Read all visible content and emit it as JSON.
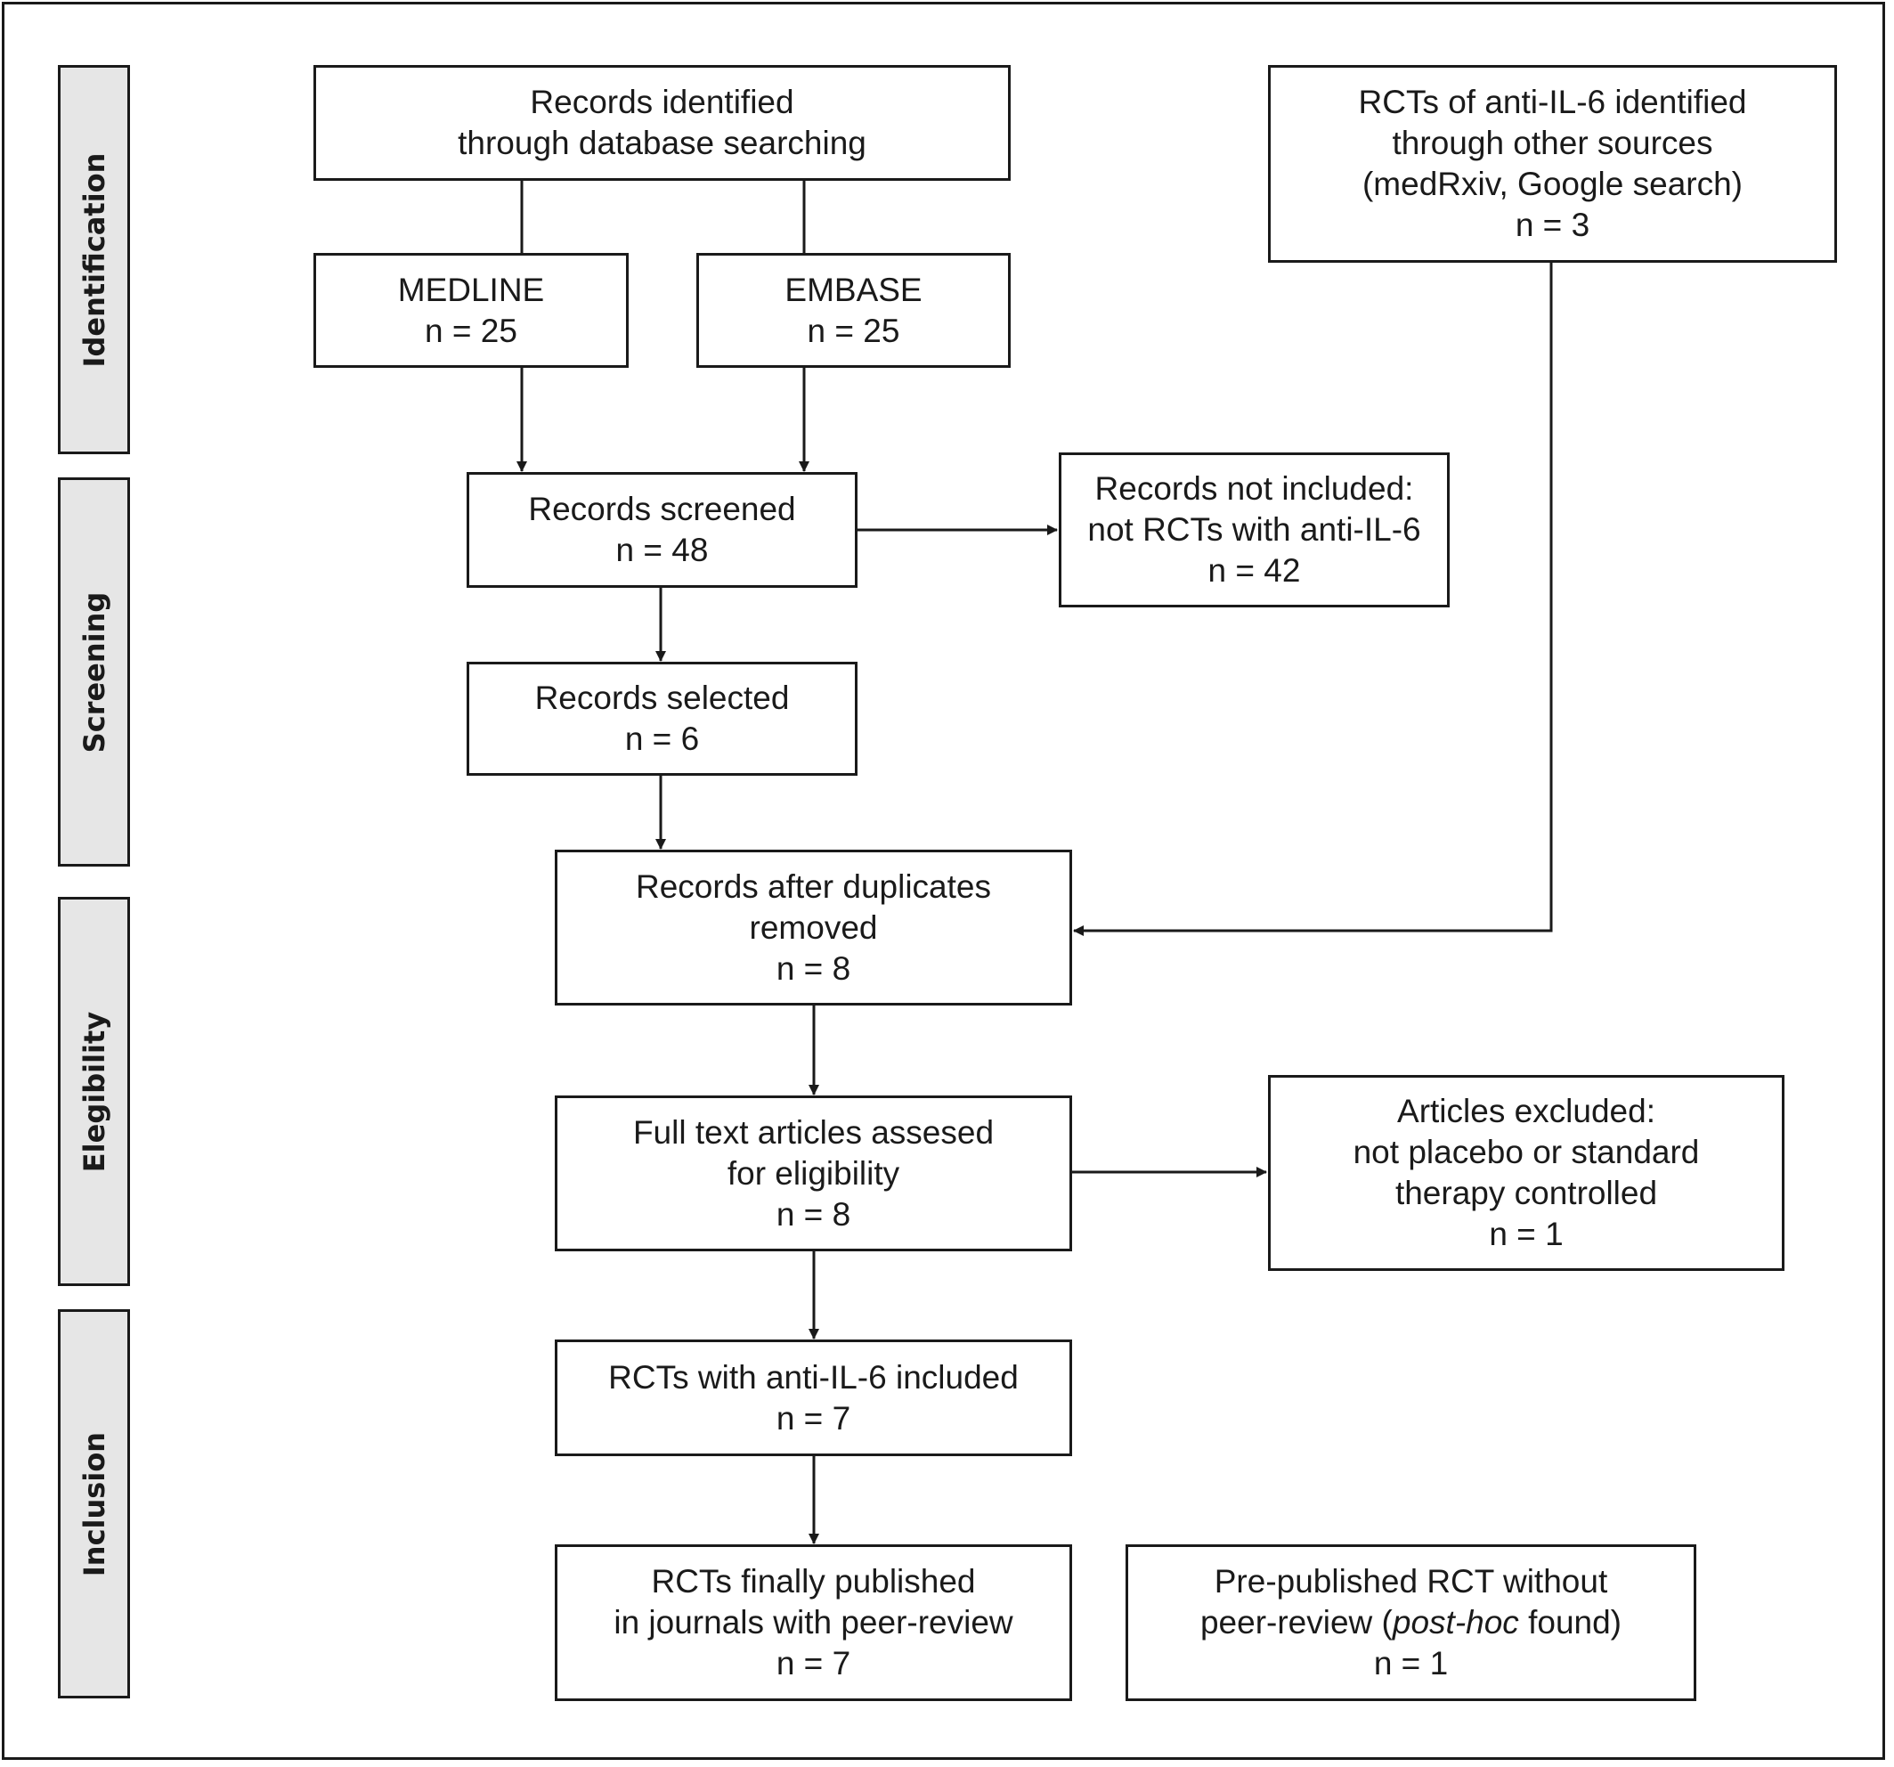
{
  "phases": {
    "identification": "Identification",
    "screening": "Screening",
    "eligibility": "Elegibility",
    "inclusion": "Inclusion"
  },
  "boxes": {
    "records_identified": {
      "line1": "Records identified",
      "line2": "through database searching"
    },
    "other_sources": {
      "line1": "RCTs of anti-IL-6 identified",
      "line2": "through other sources",
      "line3": "(medRxiv, Google search)",
      "count": "n = 3"
    },
    "medline": {
      "label": "MEDLINE",
      "count": "n = 25"
    },
    "embase": {
      "label": "EMBASE",
      "count": "n = 25"
    },
    "records_screened": {
      "label": "Records screened",
      "count": "n = 48"
    },
    "records_not_included": {
      "line1": "Records not included:",
      "line2": "not RCTs with anti-IL-6",
      "count": "n = 42"
    },
    "records_selected": {
      "label": "Records selected",
      "count": "n = 6"
    },
    "after_duplicates": {
      "line1": "Records after duplicates",
      "line2": "removed",
      "count": "n = 8"
    },
    "full_text": {
      "line1": "Full text articles assesed",
      "line2": "for eligibility",
      "count": "n = 8"
    },
    "articles_excluded": {
      "line1": "Articles excluded:",
      "line2": "not placebo or standard",
      "line3": "therapy controlled",
      "count": "n = 1"
    },
    "rcts_included": {
      "label": "RCTs with anti-IL-6 included",
      "count": "n = 7"
    },
    "rcts_published": {
      "line1": "RCTs finally published",
      "line2": "in journals with peer-review",
      "count": "n = 7"
    },
    "pre_published": {
      "line1": "Pre-published RCT without",
      "line2_a": "peer-review (",
      "line2_italic": "post-hoc",
      "line2_b": " found)",
      "count": "n = 1"
    }
  },
  "colors": {
    "line": "#1a1a1a",
    "phase_fill": "#e6e6e6",
    "box_fill": "#ffffff"
  }
}
